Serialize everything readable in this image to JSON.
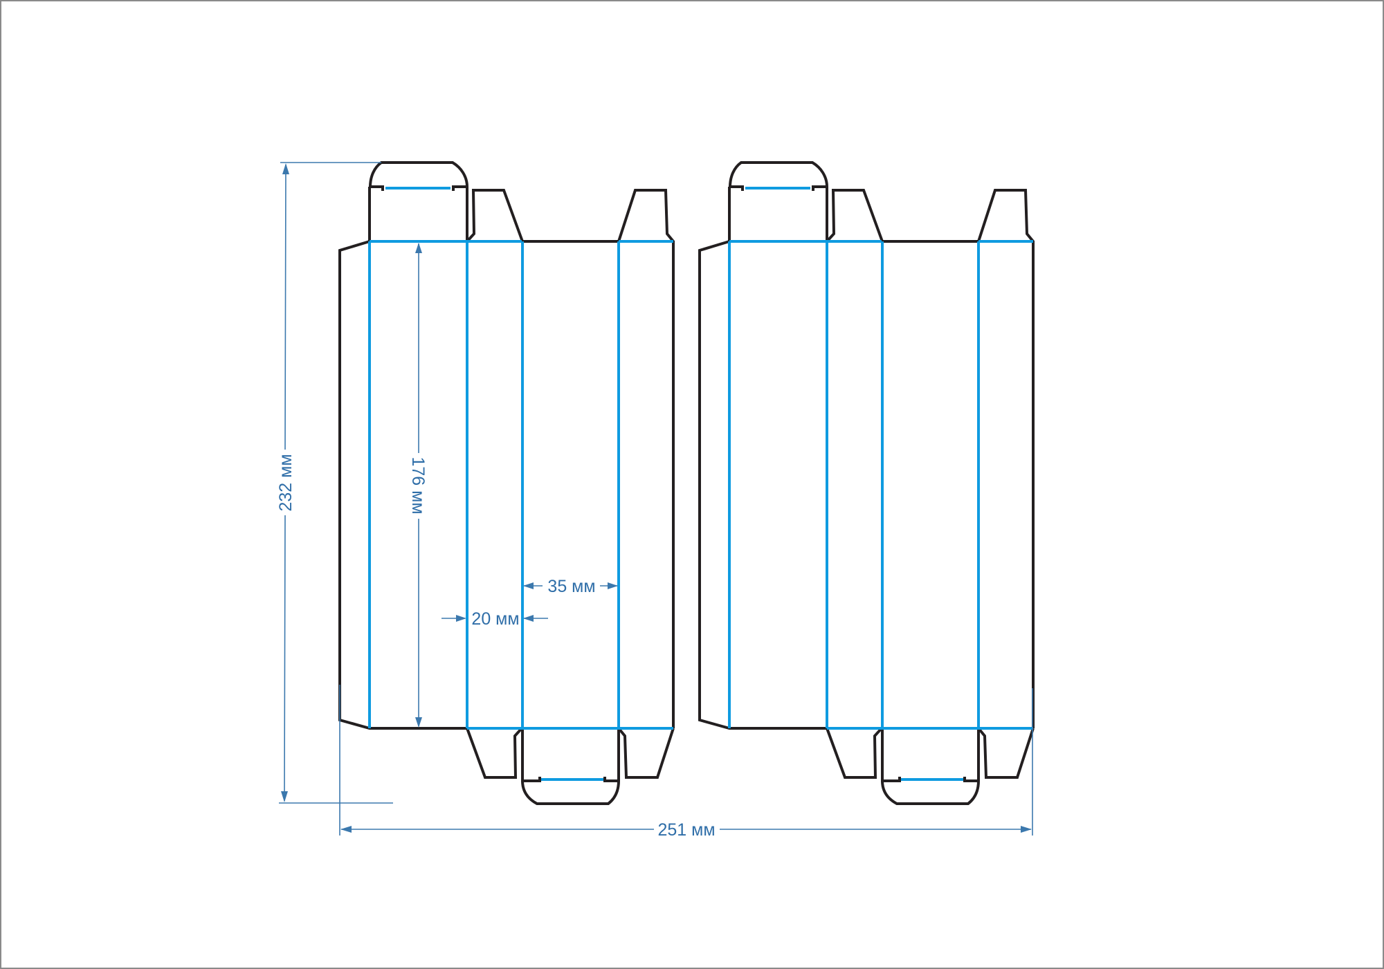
{
  "dimensions": {
    "total_height": "232 мм",
    "panel_height": "176 мм",
    "panel_width": "35 мм",
    "side_width": "20 мм",
    "total_width": "251 мм"
  },
  "colors": {
    "cut_line": "#231f20",
    "crease_line": "#0f9be0",
    "dimension": "#3b78ad"
  }
}
